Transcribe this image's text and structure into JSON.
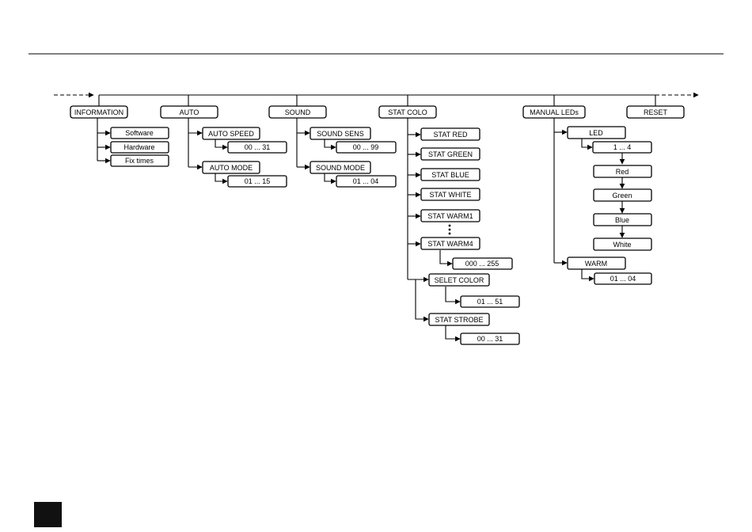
{
  "menu": {
    "top": [
      "INFORMATION",
      "AUTO",
      "SOUND",
      "STAT COLO",
      "MANUAL LEDs",
      "RESET"
    ],
    "information": {
      "items": [
        "Software",
        "Hardware",
        "Fix times"
      ]
    },
    "auto": {
      "speed": "AUTO SPEED",
      "speed_range": "00 ... 31",
      "mode": "AUTO MODE",
      "mode_range": "01 ... 15"
    },
    "sound": {
      "sens": "SOUND SENS",
      "sens_range": "00 ... 99",
      "mode": "SOUND MODE",
      "mode_range": "01 ... 04"
    },
    "stat_colo": {
      "channels": [
        "STAT RED",
        "STAT GREEN",
        "STAT BLUE",
        "STAT WHITE",
        "STAT WARM1",
        "STAT WARM4"
      ],
      "channel_range": "000 ... 255",
      "select_color": "SELET COLOR",
      "select_range": "01 ... 51",
      "strobe": "STAT STROBE",
      "strobe_range": "00 ... 31"
    },
    "manual_leds": {
      "led": "LED",
      "led_range": "1 ... 4",
      "colors": [
        "Red",
        "Green",
        "Blue",
        "White"
      ],
      "warm": "WARM",
      "warm_range": "01 ... 04"
    }
  }
}
